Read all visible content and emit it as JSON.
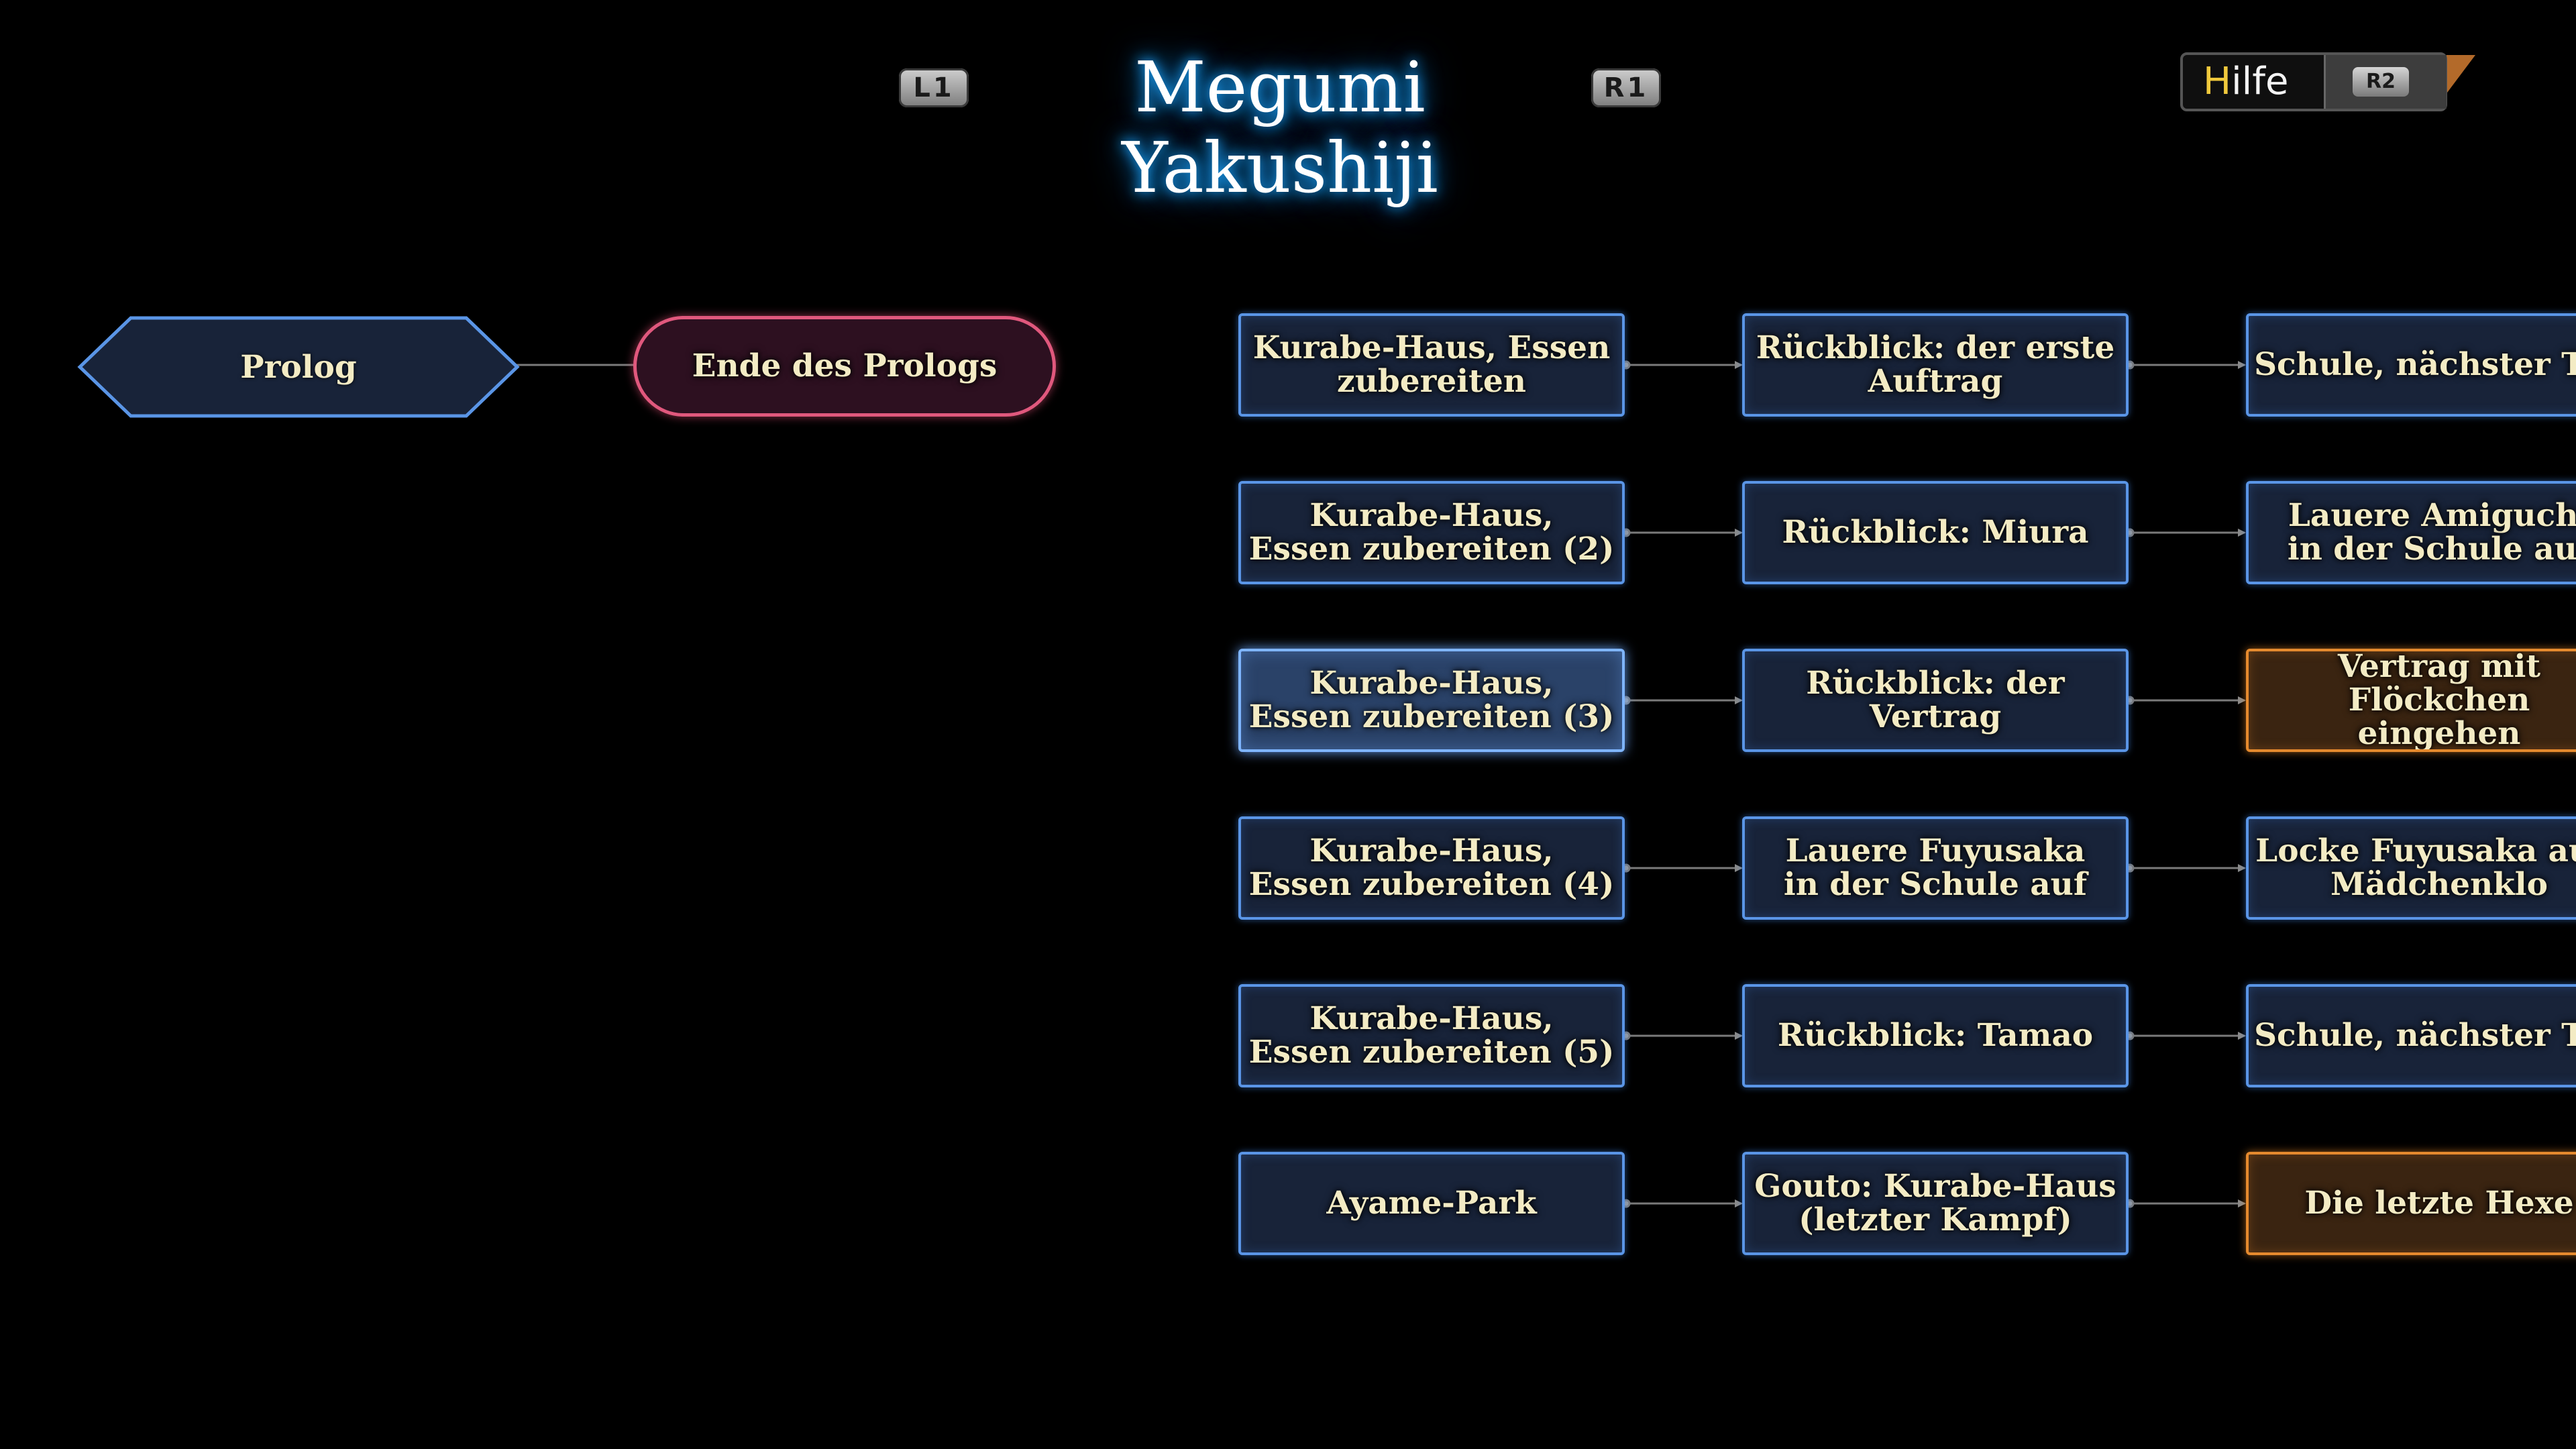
{
  "header": {
    "title": "Megumi Yakushiji",
    "left_key": "L1",
    "right_key": "R1"
  },
  "help": {
    "first_letter": "H",
    "rest": "ilfe",
    "key": "R2"
  },
  "colors": {
    "node_blue_border": "#5a95e6",
    "node_orange_border": "#e58a2e",
    "node_pink_border": "#e0587d",
    "title_glow": "#1aa6ff"
  },
  "flow": {
    "prolog": "Prolog",
    "end_prolog": "Ende des Prologs",
    "rows": [
      {
        "col1": "Kurabe-Haus, Essen\nzubereiten",
        "col2": "Rückblick: der erste\nAuftrag",
        "col3": "Schule, nächster Tag",
        "col3_style": "blue",
        "col1_selected": false
      },
      {
        "col1": "Kurabe-Haus,\nEssen zubereiten (2)",
        "col2": "Rückblick: Miura",
        "col3": "Lauere Amiguchi\nin der Schule auf",
        "col3_style": "blue",
        "col1_selected": false
      },
      {
        "col1": "Kurabe-Haus,\nEssen zubereiten (3)",
        "col2": "Rückblick: der Vertrag",
        "col3": "Vertrag mit Flöckchen\neingehen",
        "col3_style": "orange",
        "col1_selected": true
      },
      {
        "col1": "Kurabe-Haus,\nEssen zubereiten (4)",
        "col2": "Lauere Fuyusaka\nin der Schule auf",
        "col3": "Locke Fuyusaka aufs\nMädchenklo",
        "col3_style": "blue",
        "col1_selected": false
      },
      {
        "col1": "Kurabe-Haus,\nEssen zubereiten (5)",
        "col2": "Rückblick: Tamao",
        "col3": "Schule, nächster Tag",
        "col3_style": "blue",
        "col1_selected": false
      },
      {
        "col1": "Ayame-Park",
        "col2": "Gouto: Kurabe-Haus\n(letzter Kampf)",
        "col3": "Die letzte Hexe",
        "col3_style": "orange",
        "col1_selected": false
      }
    ]
  }
}
